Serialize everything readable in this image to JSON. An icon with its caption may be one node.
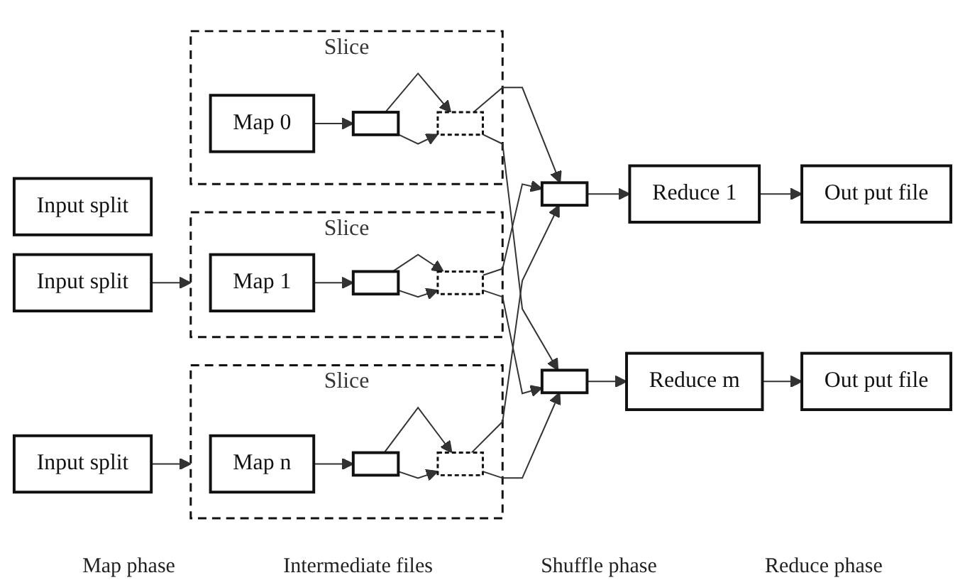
{
  "diagram": {
    "nodes": [
      {
        "text": [
          "Input split"
        ]
      },
      {
        "text": [
          "Slice"
        ]
      },
      {
        "text": [
          "Map 0"
        ],
        "in": 1
      },
      {
        "text": [],
        "shape": "box",
        "in": 1
      },
      {
        "text": [],
        "shape": "box",
        "in": 1
      },
      {
        "text": [
          "Input split"
        ]
      },
      {
        "text": [
          "Slice"
        ]
      },
      {
        "text": [
          "Map 1"
        ],
        "in": 6
      },
      {
        "text": [],
        "shape": "box",
        "in": 6
      },
      {
        "text": [],
        "shape": "box",
        "in": 6
      },
      {
        "text": [
          "Input split"
        ]
      },
      {
        "text": [
          "Slice"
        ]
      },
      {
        "text": [
          "Map n"
        ],
        "in": 11
      },
      {
        "text": [],
        "shape": "box",
        "in": 11
      },
      {
        "text": [],
        "shape": "box",
        "in": 11
      },
      {
        "text": [],
        "shape": "box"
      },
      {
        "text": [],
        "shape": "box"
      },
      {
        "text": [
          "Reduce 1"
        ]
      },
      {
        "text": [
          "Out put file"
        ]
      },
      {
        "text": [
          "Reduce m"
        ]
      },
      {
        "text": [
          "Out put file"
        ]
      }
    ],
    "edges": [
      {
        "from": 2,
        "to": 3,
        "arrow": "to"
      },
      {
        "from": 3,
        "to": 4,
        "arrow": "to"
      },
      {
        "from": 3,
        "to": 4,
        "arrow": "to"
      },
      {
        "from": 5,
        "to": 6,
        "arrow": "to"
      },
      {
        "from": 7,
        "to": 8,
        "arrow": "to"
      },
      {
        "from": 8,
        "to": 9,
        "arrow": "to"
      },
      {
        "from": 8,
        "to": 9,
        "arrow": "to"
      },
      {
        "from": 10,
        "to": 11,
        "arrow": "to"
      },
      {
        "from": 12,
        "to": 13,
        "arrow": "to"
      },
      {
        "from": 13,
        "to": 14,
        "arrow": "to"
      },
      {
        "from": 13,
        "to": 14,
        "arrow": "to"
      },
      {
        "from": 4,
        "to": 15,
        "arrow": "to"
      },
      {
        "from": 4,
        "to": 16,
        "arrow": "to"
      },
      {
        "from": 9,
        "to": 15,
        "arrow": "to"
      },
      {
        "from": 9,
        "to": 16,
        "arrow": "to"
      },
      {
        "from": 14,
        "to": 15,
        "arrow": "to"
      },
      {
        "from": 14,
        "to": 16,
        "arrow": "to"
      },
      {
        "from": 15,
        "to": 17,
        "arrow": "to"
      },
      {
        "from": 17,
        "to": 18,
        "arrow": "to"
      },
      {
        "from": 16,
        "to": 19,
        "arrow": "to"
      },
      {
        "from": 19,
        "to": 20,
        "arrow": "to"
      }
    ],
    "labels": [
      "Map phase",
      "Intermediate files",
      "Shuffle phase",
      "Reduce phase"
    ]
  }
}
